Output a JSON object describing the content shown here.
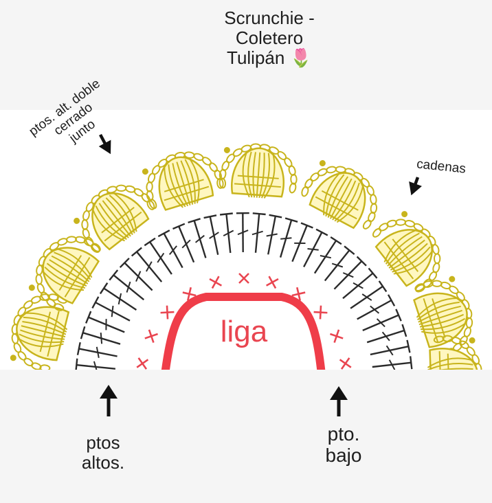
{
  "title": {
    "lines": [
      "Scrunchie -",
      "Coletero",
      "Tulipán"
    ],
    "emoji": "🌷"
  },
  "labels": {
    "ptos_alt_doble": [
      "ptos. alt. doble",
      "cerrado",
      "junto"
    ],
    "cadenas": "cadenas",
    "ptos_altos": [
      "ptos",
      "altos."
    ],
    "pto_bajo": [
      "pto.",
      "bajo"
    ],
    "liga": "liga"
  },
  "colors": {
    "background": "#f5f5f5",
    "diagram_background": "#ffffff",
    "shell_yellow": "#c8b41c",
    "shell_fill": "#fff7c0",
    "stitch_dark": "#2b2b2b",
    "stitch_red": "#e94550",
    "liga_red": "#ef3d49",
    "arrow": "#111111"
  }
}
